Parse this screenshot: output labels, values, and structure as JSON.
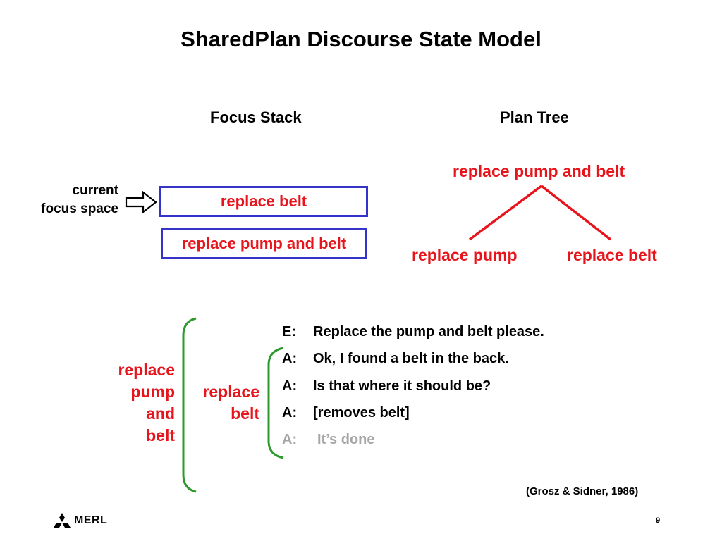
{
  "title": "SharedPlan Discourse State Model",
  "focus_stack": {
    "heading": "Focus Stack",
    "pointer_label_line1": "current",
    "pointer_label_line2": "focus space",
    "items": [
      "replace belt",
      "replace pump and belt"
    ]
  },
  "plan_tree": {
    "heading": "Plan Tree",
    "root": "replace pump and belt",
    "children": [
      "replace pump",
      "replace belt"
    ]
  },
  "dialogue": [
    {
      "speaker": "E:",
      "text": "Replace the pump and belt please."
    },
    {
      "speaker": "A:",
      "text": "Ok, I found a belt in the back."
    },
    {
      "speaker": "A:",
      "text": "Is that where it should be?"
    },
    {
      "speaker": "A:",
      "text": "[removes belt]"
    },
    {
      "speaker": "A:",
      "text": "It’s done"
    }
  ],
  "segments": {
    "outer_label": [
      "replace",
      "pump",
      "and",
      "belt"
    ],
    "inner_label": [
      "replace",
      "belt"
    ]
  },
  "citation": "(Grosz & Sidner, 1986)",
  "page_number": "9",
  "logo_text": "MERL",
  "colors": {
    "red_text": "#e8141c",
    "box_border": "#3434c8",
    "bracket_green": "#2e9a2e",
    "faded_text": "#a6a6a6"
  }
}
